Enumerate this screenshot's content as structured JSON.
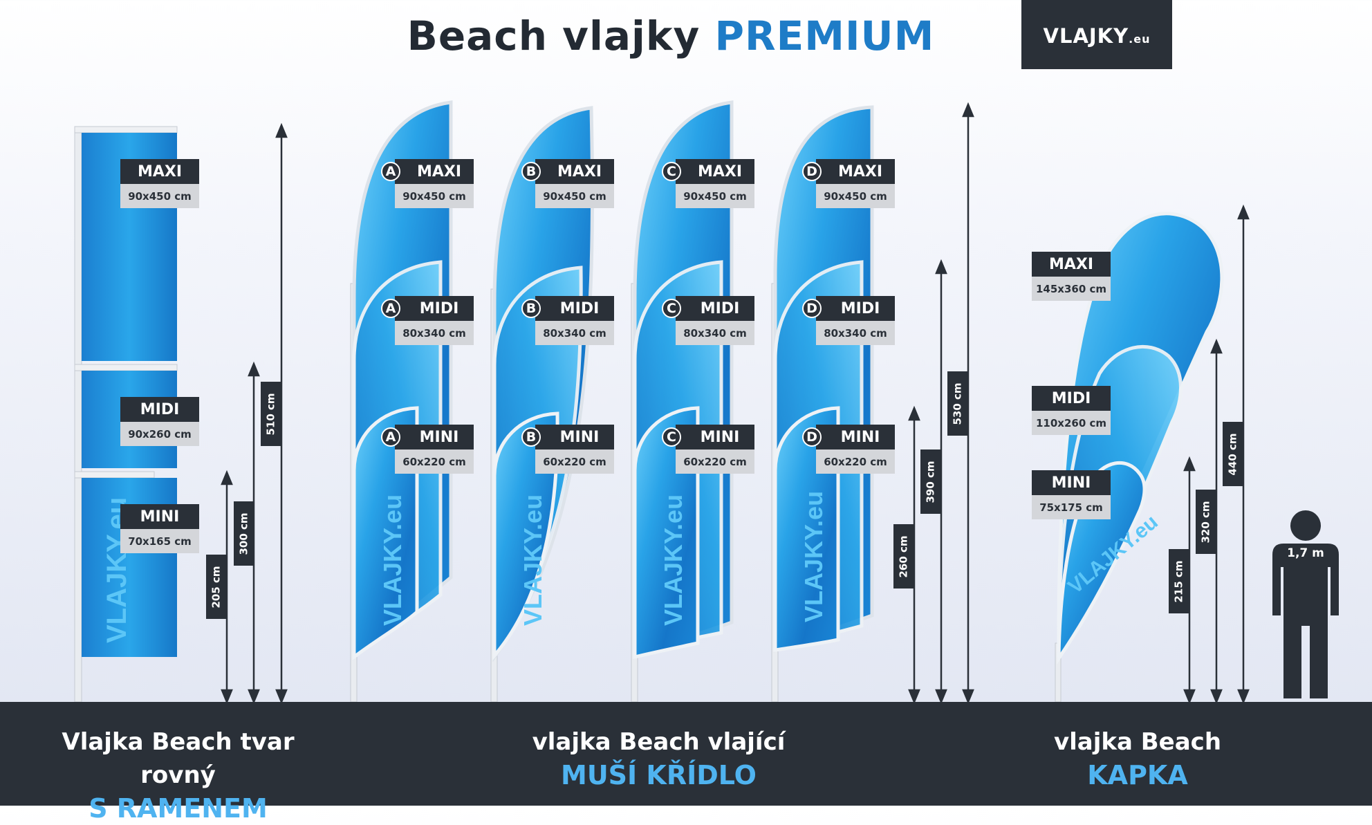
{
  "header": {
    "title_main": "Beach vlajky",
    "title_accent": "PREMIUM",
    "logo_text": "VLAJKY",
    "logo_suffix": ".eu"
  },
  "flag_watermark": "VLAJKY.eu",
  "sections": [
    {
      "caption_line1": "Vlajka Beach tvar rovný",
      "caption_line2": "S RAMENEM",
      "sizes": [
        {
          "name": "MAXI",
          "dims": "90x450 cm"
        },
        {
          "name": "MIDI",
          "dims": "90x260 cm"
        },
        {
          "name": "MINI",
          "dims": "70x165 cm"
        }
      ],
      "heights": [
        "205 cm",
        "300 cm",
        "510 cm"
      ]
    },
    {
      "caption_line1": "vlajka Beach vlající",
      "caption_line2": "MUŠÍ KŘÍDLO",
      "variants": [
        "A",
        "B",
        "C",
        "D"
      ],
      "sizes": [
        {
          "name": "MAXI",
          "dims": "90x450 cm"
        },
        {
          "name": "MIDI",
          "dims": "80x340 cm"
        },
        {
          "name": "MINI",
          "dims": "60x220 cm"
        }
      ],
      "heights": [
        "260 cm",
        "390 cm",
        "530 cm"
      ]
    },
    {
      "caption_line1": "vlajka Beach",
      "caption_line2": "KAPKA",
      "sizes": [
        {
          "name": "MAXI",
          "dims": "145x360 cm"
        },
        {
          "name": "MIDI",
          "dims": "110x260 cm"
        },
        {
          "name": "MINI",
          "dims": "75x175 cm"
        }
      ],
      "heights": [
        "215 cm",
        "320 cm",
        "440 cm"
      ]
    }
  ],
  "human_height": "1,7 m",
  "colors": {
    "dark": "#2a3038",
    "accent_title": "#1e7cc7",
    "accent_footer": "#4fb3f0",
    "flag_blue": "#1f8fd8",
    "flag_light": "#6fd0fa",
    "label_gray": "#d4d6da"
  }
}
